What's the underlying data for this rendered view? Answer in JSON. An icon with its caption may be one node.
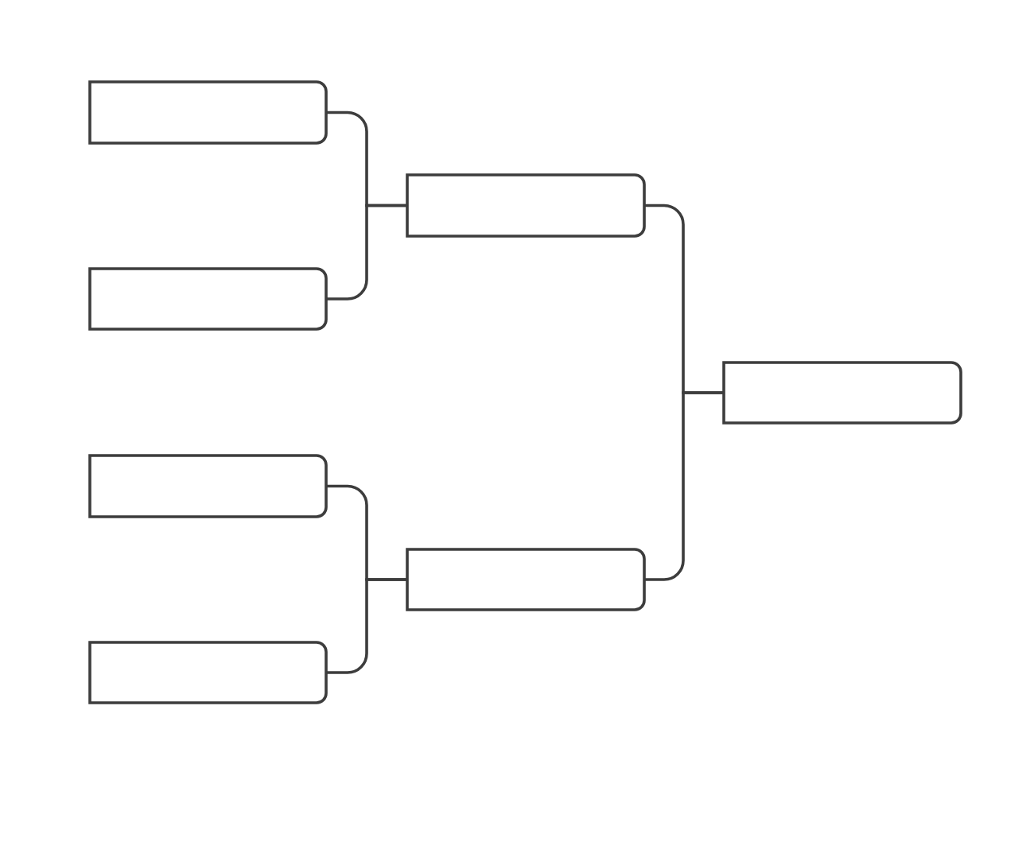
{
  "diagram": {
    "nodes": [
      {
        "text": [],
        "shape": "box"
      },
      {
        "text": [],
        "shape": "box"
      },
      {
        "text": [],
        "shape": "box"
      },
      {
        "text": [],
        "shape": "box"
      },
      {
        "text": [],
        "shape": "box"
      },
      {
        "text": [],
        "shape": "box"
      },
      {
        "text": [],
        "shape": "box"
      }
    ],
    "edges": [
      {
        "from": 0,
        "to": 4,
        "arrow": "none"
      },
      {
        "from": 1,
        "to": 4,
        "arrow": "none"
      },
      {
        "from": 2,
        "to": 5,
        "arrow": "none"
      },
      {
        "from": 3,
        "to": 5,
        "arrow": "none"
      },
      {
        "from": 4,
        "to": 6,
        "arrow": "none"
      },
      {
        "from": 5,
        "to": 6,
        "arrow": "none"
      }
    ]
  }
}
